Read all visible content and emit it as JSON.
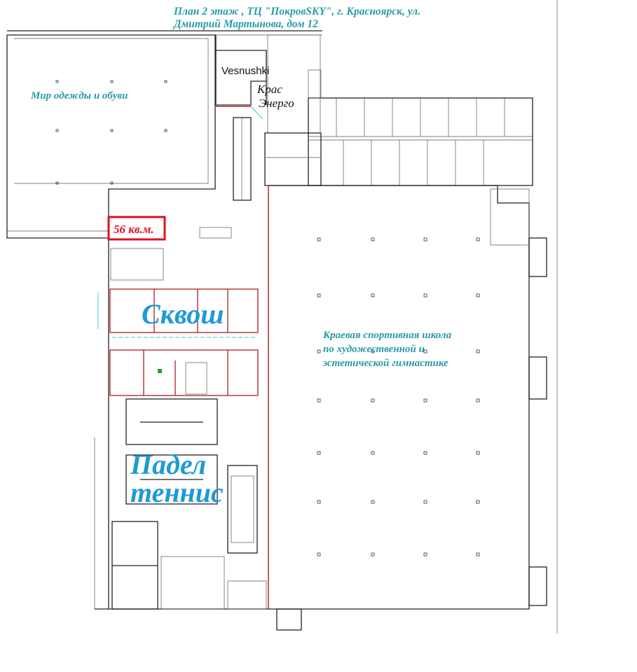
{
  "title": {
    "line1": "План 2 этаж , ТЦ \"ПокровSKY\", г. Красноярск, ул.",
    "line2": "Дмитрий Мартынова, дом 12"
  },
  "tenants": {
    "clothing": "Мир одежды и обуви",
    "vesnushki": "Vesnushki",
    "krasenergo_1": "Крас",
    "krasenergo_2": "Энерго",
    "school_1": "Краевая спортивная школа",
    "school_2": "по художественной и",
    "school_3": "эстетической гимнастике",
    "squash": "Сквош",
    "padel_1": "Падел",
    "padel_2": "теннис"
  },
  "highlight": {
    "area_label": "56 кв.м.",
    "color": "#e01020"
  }
}
